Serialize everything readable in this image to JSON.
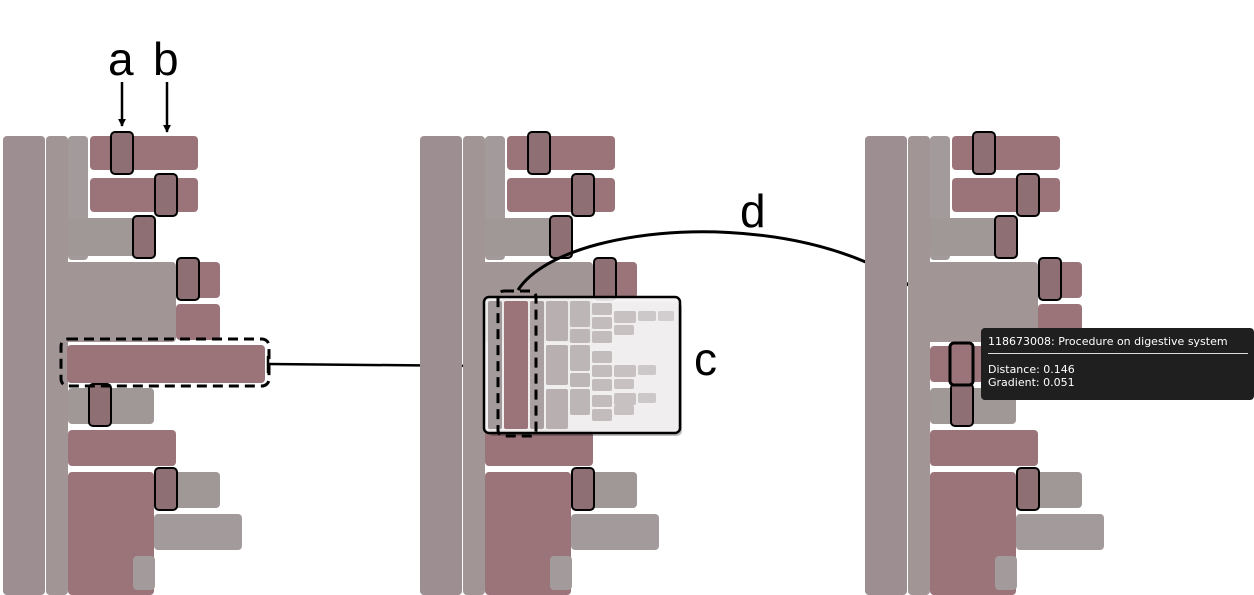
{
  "labels": {
    "a": "a",
    "b": "b",
    "c": "c",
    "d": "d"
  },
  "tooltip": {
    "title": "118673008: Procedure on digestive system",
    "distance": "Distance: 0.146",
    "gradient": "Gradient: 0.051"
  },
  "colors": {
    "selected_mauve": "#9a7479",
    "context_gray": "#9a8f90",
    "dark_mauve": "#8e6f73",
    "tooltip_bg": "#1f1f1f",
    "outline": "#000000"
  }
}
